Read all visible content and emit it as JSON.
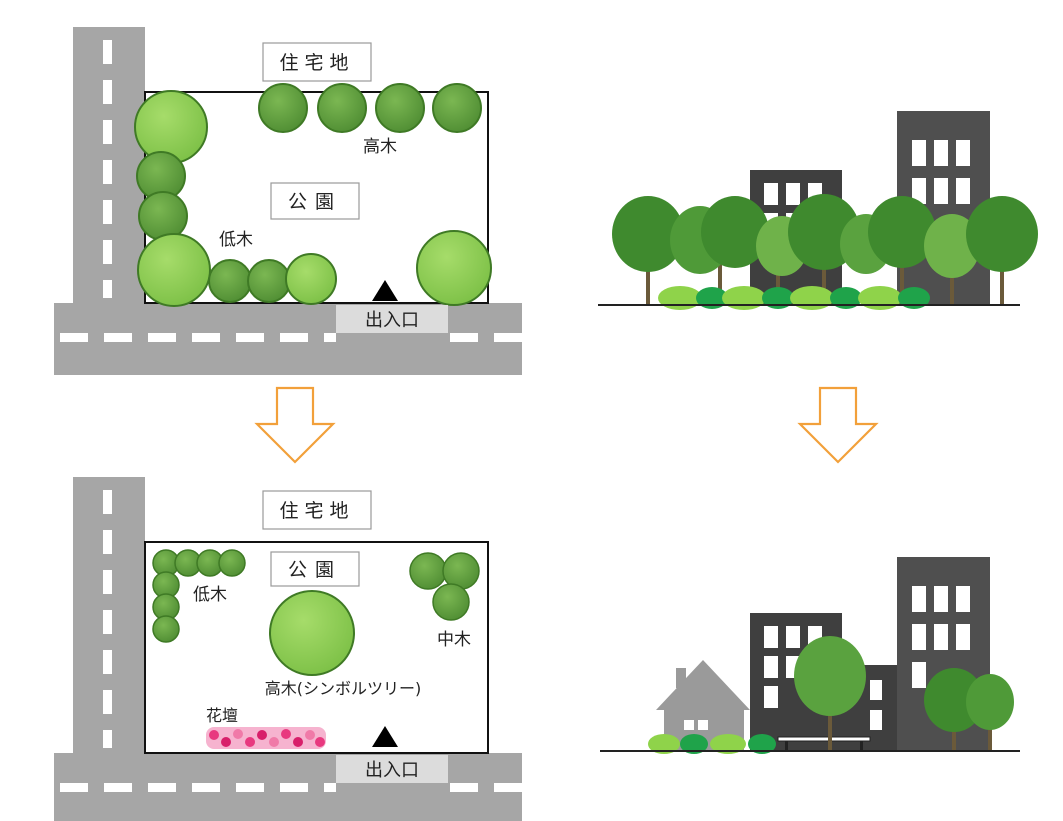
{
  "labels": {
    "residential": "住宅地",
    "park": "公園",
    "tall_trees": "高木",
    "low_trees": "低木",
    "entrance": "出入口",
    "mid_trees": "中木",
    "symbol_tree": "高木(シンボルツリー)",
    "flower_bed": "花壇"
  },
  "colors": {
    "road": "#a6a6a6",
    "arrow": "#f2a03a",
    "tree_light": "#8fce55",
    "tree_dark": "#5e9c3a",
    "flower": "#e8397f",
    "building": "#3f3f3f"
  }
}
